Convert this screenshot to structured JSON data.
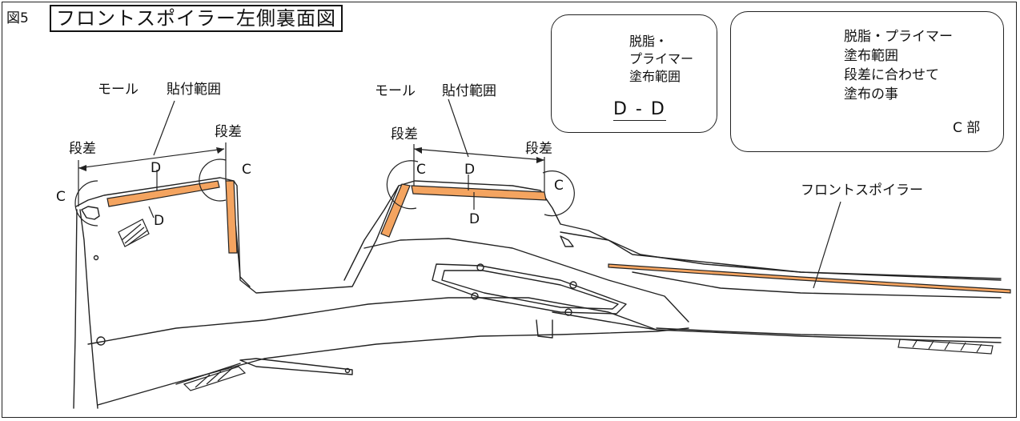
{
  "figure": {
    "number": "図5",
    "title": "フロントスポイラー左側裏面図"
  },
  "labels": {
    "mall_left": "モール",
    "range_left": "貼付範囲",
    "mall_center": "モール",
    "range_center": "貼付範囲",
    "step_1": "段差",
    "step_2": "段差",
    "step_3": "段差",
    "step_4": "段差",
    "c_1": "C",
    "c_2": "C",
    "c_3": "C",
    "c_4": "C",
    "d_1": "D",
    "d_2": "D",
    "d_3": "D",
    "d_4": "D",
    "part_name": "フロントスポイラー"
  },
  "detail_dd": {
    "line1": "脱脂・",
    "line2": "プライマー",
    "line3": "塗布範囲",
    "caption": "D - D"
  },
  "detail_c": {
    "line1": "脱脂・プライマー",
    "line2": "塗布範囲",
    "line3": "段差に合わせて",
    "line4": "塗布の事",
    "caption": "C 部"
  },
  "colors": {
    "tape": "#F4A460",
    "line": "#222222"
  }
}
